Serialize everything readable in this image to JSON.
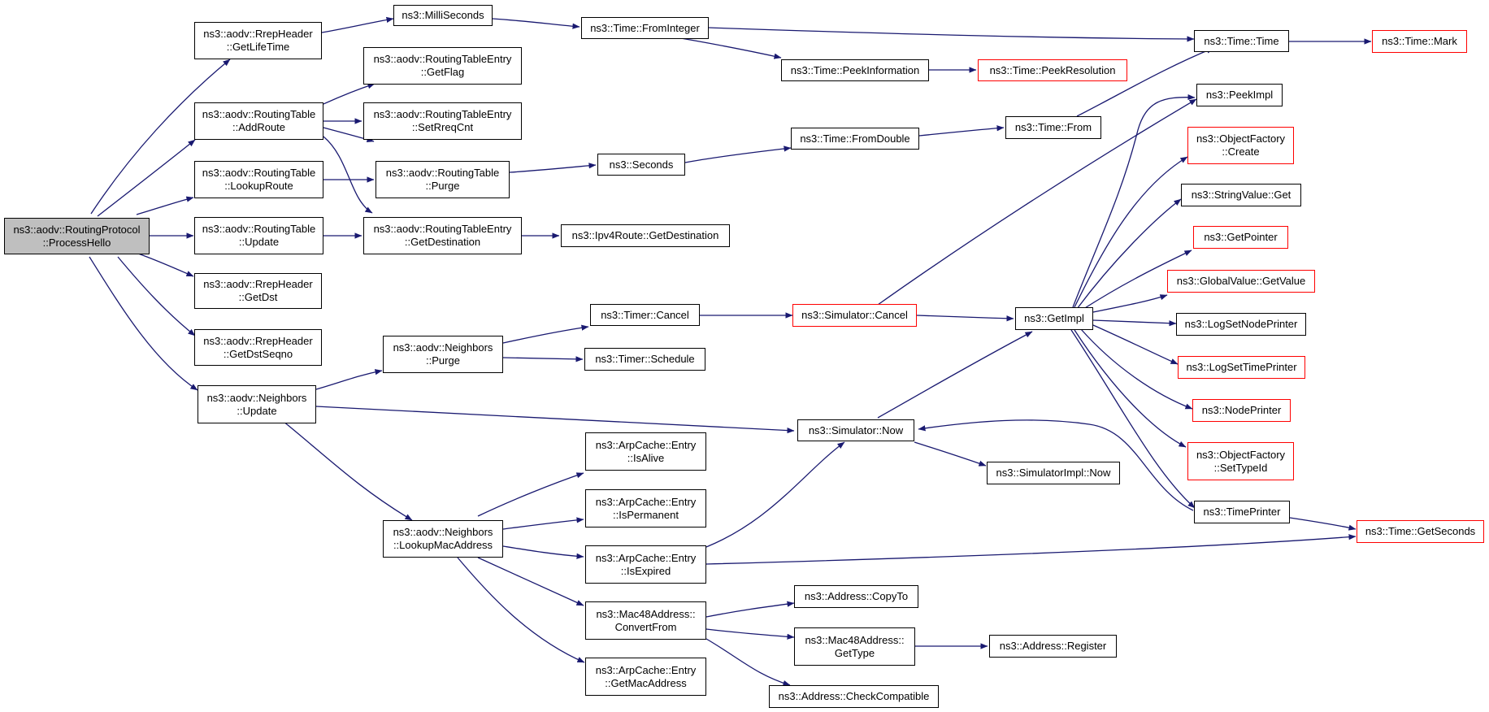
{
  "colors": {
    "edge": "#191970",
    "root_fill": "#bfbfbf",
    "external_border": "#ff0000",
    "node_border": "#000000"
  },
  "nodes": {
    "processhello": {
      "l1": "ns3::aodv::RoutingProtocol",
      "l2": "::ProcessHello"
    },
    "rrep_getlifetime": {
      "l1": "ns3::aodv::RrepHeader",
      "l2": "::GetLifeTime"
    },
    "rt_addroute": {
      "l1": "ns3::aodv::RoutingTable",
      "l2": "::AddRoute"
    },
    "rt_lookuproute": {
      "l1": "ns3::aodv::RoutingTable",
      "l2": "::LookupRoute"
    },
    "rt_update": {
      "l1": "ns3::aodv::RoutingTable",
      "l2": "::Update"
    },
    "rrep_getdst": {
      "l1": "ns3::aodv::RrepHeader",
      "l2": "::GetDst"
    },
    "rrep_getdstseqno": {
      "l1": "ns3::aodv::RrepHeader",
      "l2": "::GetDstSeqno"
    },
    "nb_update": {
      "l1": "ns3::aodv::Neighbors",
      "l2": "::Update"
    },
    "milliseconds": {
      "l1": "ns3::MilliSeconds"
    },
    "rte_getflag": {
      "l1": "ns3::aodv::RoutingTableEntry",
      "l2": "::GetFlag"
    },
    "rte_setrreqcnt": {
      "l1": "ns3::aodv::RoutingTableEntry",
      "l2": "::SetRreqCnt"
    },
    "rt_purge": {
      "l1": "ns3::aodv::RoutingTable",
      "l2": "::Purge"
    },
    "rte_getdestination": {
      "l1": "ns3::aodv::RoutingTableEntry",
      "l2": "::GetDestination"
    },
    "nb_purge": {
      "l1": "ns3::aodv::Neighbors",
      "l2": "::Purge"
    },
    "nb_lookupmac": {
      "l1": "ns3::aodv::Neighbors",
      "l2": "::LookupMacAddress"
    },
    "time_frominteger": {
      "l1": "ns3::Time::FromInteger"
    },
    "seconds": {
      "l1": "ns3::Seconds"
    },
    "ipv4route_getdest": {
      "l1": "ns3::Ipv4Route::GetDestination"
    },
    "timer_cancel": {
      "l1": "ns3::Timer::Cancel"
    },
    "timer_schedule": {
      "l1": "ns3::Timer::Schedule"
    },
    "arp_isalive": {
      "l1": "ns3::ArpCache::Entry",
      "l2": "::IsAlive"
    },
    "arp_ispermanent": {
      "l1": "ns3::ArpCache::Entry",
      "l2": "::IsPermanent"
    },
    "arp_isexpired": {
      "l1": "ns3::ArpCache::Entry",
      "l2": "::IsExpired"
    },
    "mac48_convertfrom": {
      "l1": "ns3::Mac48Address::",
      "l2": "ConvertFrom"
    },
    "arp_getmac": {
      "l1": "ns3::ArpCache::Entry",
      "l2": "::GetMacAddress"
    },
    "time_peekinfo": {
      "l1": "ns3::Time::PeekInformation"
    },
    "time_fromdouble": {
      "l1": "ns3::Time::FromDouble"
    },
    "sim_cancel": {
      "l1": "ns3::Simulator::Cancel"
    },
    "sim_now": {
      "l1": "ns3::Simulator::Now"
    },
    "addr_copyto": {
      "l1": "ns3::Address::CopyTo"
    },
    "mac48_gettype": {
      "l1": "ns3::Mac48Address::",
      "l2": "GetType"
    },
    "addr_checkcompat": {
      "l1": "ns3::Address::CheckCompatible"
    },
    "time_peekres": {
      "l1": "ns3::Time::PeekResolution"
    },
    "time_from": {
      "l1": "ns3::Time::From"
    },
    "getimpl": {
      "l1": "ns3::GetImpl"
    },
    "simimpl_now": {
      "l1": "ns3::SimulatorImpl::Now"
    },
    "addr_register": {
      "l1": "ns3::Address::Register"
    },
    "time_time": {
      "l1": "ns3::Time::Time"
    },
    "peekimpl": {
      "l1": "ns3::PeekImpl"
    },
    "of_create": {
      "l1": "ns3::ObjectFactory",
      "l2": "::Create"
    },
    "stringvalue_get": {
      "l1": "ns3::StringValue::Get"
    },
    "getpointer": {
      "l1": "ns3::GetPointer"
    },
    "gv_getvalue": {
      "l1": "ns3::GlobalValue::GetValue"
    },
    "logsetnodeprinter": {
      "l1": "ns3::LogSetNodePrinter"
    },
    "logsettimeprinter": {
      "l1": "ns3::LogSetTimePrinter"
    },
    "nodeprinter": {
      "l1": "ns3::NodePrinter"
    },
    "of_settypeid": {
      "l1": "ns3::ObjectFactory",
      "l2": "::SetTypeId"
    },
    "timeprinter": {
      "l1": "ns3::TimePrinter"
    },
    "time_mark": {
      "l1": "ns3::Time::Mark"
    },
    "time_getseconds": {
      "l1": "ns3::Time::GetSeconds"
    }
  }
}
